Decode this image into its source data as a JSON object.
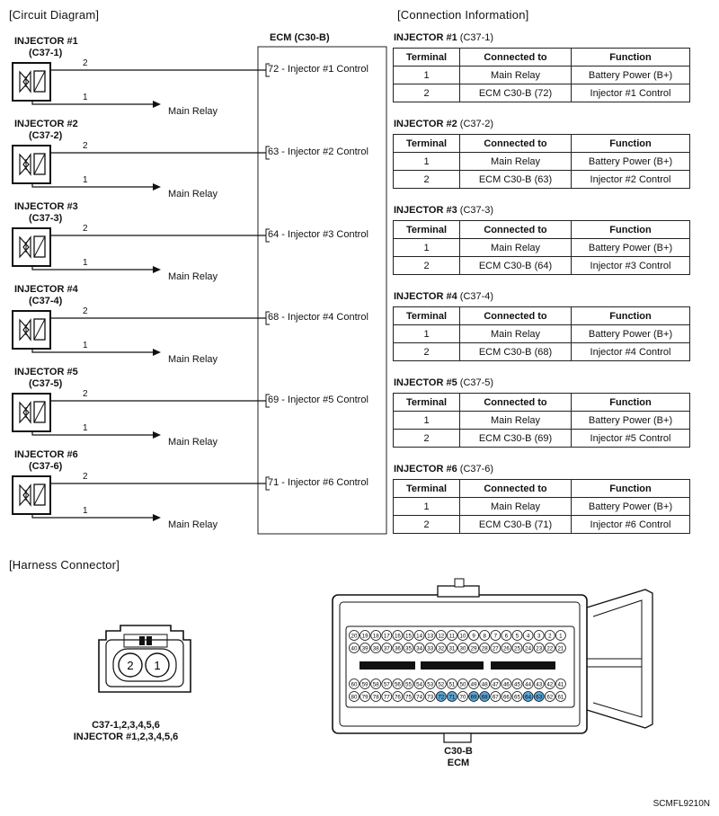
{
  "sections": {
    "circuit": "[Circuit Diagram]",
    "connection": "[Connection Information]",
    "harness": "[Harness Connector]"
  },
  "ecm_title": "ECM (C30-B)",
  "terminal_labels": {
    "pin2": "2",
    "pin1": "1"
  },
  "injectors": [
    {
      "name": "INJECTOR #1",
      "conn": "(C37-1)",
      "relay": "Main Relay",
      "ecm_pin": "72 - Injector #1 Control"
    },
    {
      "name": "INJECTOR #2",
      "conn": "(C37-2)",
      "relay": "Main Relay",
      "ecm_pin": "63 - Injector #2 Control"
    },
    {
      "name": "INJECTOR #3",
      "conn": "(C37-3)",
      "relay": "Main Relay",
      "ecm_pin": "64 - Injector #3 Control"
    },
    {
      "name": "INJECTOR #4",
      "conn": "(C37-4)",
      "relay": "Main Relay",
      "ecm_pin": "68 - Injector #4 Control"
    },
    {
      "name": "INJECTOR #5",
      "conn": "(C37-5)",
      "relay": "Main Relay",
      "ecm_pin": "69 - Injector #5 Control"
    },
    {
      "name": "INJECTOR #6",
      "conn": "(C37-6)",
      "relay": "Main Relay",
      "ecm_pin": "71 - Injector #6 Control"
    }
  ],
  "table_headers": [
    "Terminal",
    "Connected to",
    "Function"
  ],
  "tables": [
    {
      "name": "INJECTOR #1",
      "conn": "(C37-1)",
      "rows": [
        [
          "1",
          "Main Relay",
          "Battery Power (B+)"
        ],
        [
          "2",
          "ECM C30-B (72)",
          "Injector #1 Control"
        ]
      ]
    },
    {
      "name": "INJECTOR #2",
      "conn": "(C37-2)",
      "rows": [
        [
          "1",
          "Main Relay",
          "Battery Power (B+)"
        ],
        [
          "2",
          "ECM C30-B (63)",
          "Injector #2 Control"
        ]
      ]
    },
    {
      "name": "INJECTOR #3",
      "conn": "(C37-3)",
      "rows": [
        [
          "1",
          "Main Relay",
          "Battery Power (B+)"
        ],
        [
          "2",
          "ECM C30-B (64)",
          "Injector #3 Control"
        ]
      ]
    },
    {
      "name": "INJECTOR #4",
      "conn": "(C37-4)",
      "rows": [
        [
          "1",
          "Main Relay",
          "Battery Power (B+)"
        ],
        [
          "2",
          "ECM C30-B (68)",
          "Injector #4 Control"
        ]
      ]
    },
    {
      "name": "INJECTOR #5",
      "conn": "(C37-5)",
      "rows": [
        [
          "1",
          "Main Relay",
          "Battery Power (B+)"
        ],
        [
          "2",
          "ECM C30-B (69)",
          "Injector #5 Control"
        ]
      ]
    },
    {
      "name": "INJECTOR #6",
      "conn": "(C37-6)",
      "rows": [
        [
          "1",
          "Main Relay",
          "Battery Power (B+)"
        ],
        [
          "2",
          "ECM C30-B (71)",
          "Injector #6 Control"
        ]
      ]
    }
  ],
  "harness": {
    "injector_pins": [
      "2",
      "1"
    ],
    "injector_caption_1": "C37-1,2,3,4,5,6",
    "injector_caption_2": "INJECTOR #1,2,3,4,5,6",
    "ecm_caption_1": "C30-B",
    "ecm_caption_2": "ECM",
    "ecm_rows": [
      [
        "20",
        "19",
        "18",
        "17",
        "16",
        "15",
        "14",
        "13",
        "12",
        "11",
        "10",
        "9",
        "8",
        "7",
        "6",
        "5",
        "4",
        "3",
        "2",
        "1"
      ],
      [
        "40",
        "39",
        "38",
        "37",
        "36",
        "35",
        "34",
        "33",
        "32",
        "31",
        "30",
        "29",
        "28",
        "27",
        "26",
        "25",
        "24",
        "23",
        "22",
        "21"
      ],
      [
        "60",
        "59",
        "58",
        "57",
        "56",
        "55",
        "54",
        "53",
        "52",
        "51",
        "50",
        "49",
        "48",
        "47",
        "46",
        "45",
        "44",
        "43",
        "42",
        "41"
      ],
      [
        "80",
        "79",
        "78",
        "77",
        "76",
        "75",
        "74",
        "73",
        "72",
        "71",
        "70",
        "69",
        "68",
        "67",
        "66",
        "65",
        "64",
        "63",
        "62",
        "61"
      ]
    ],
    "highlighted_pins": [
      "72",
      "71",
      "69",
      "68",
      "64",
      "63"
    ],
    "highlight_color": "#5aa6d6"
  },
  "footer_code": "SCMFL9210N"
}
